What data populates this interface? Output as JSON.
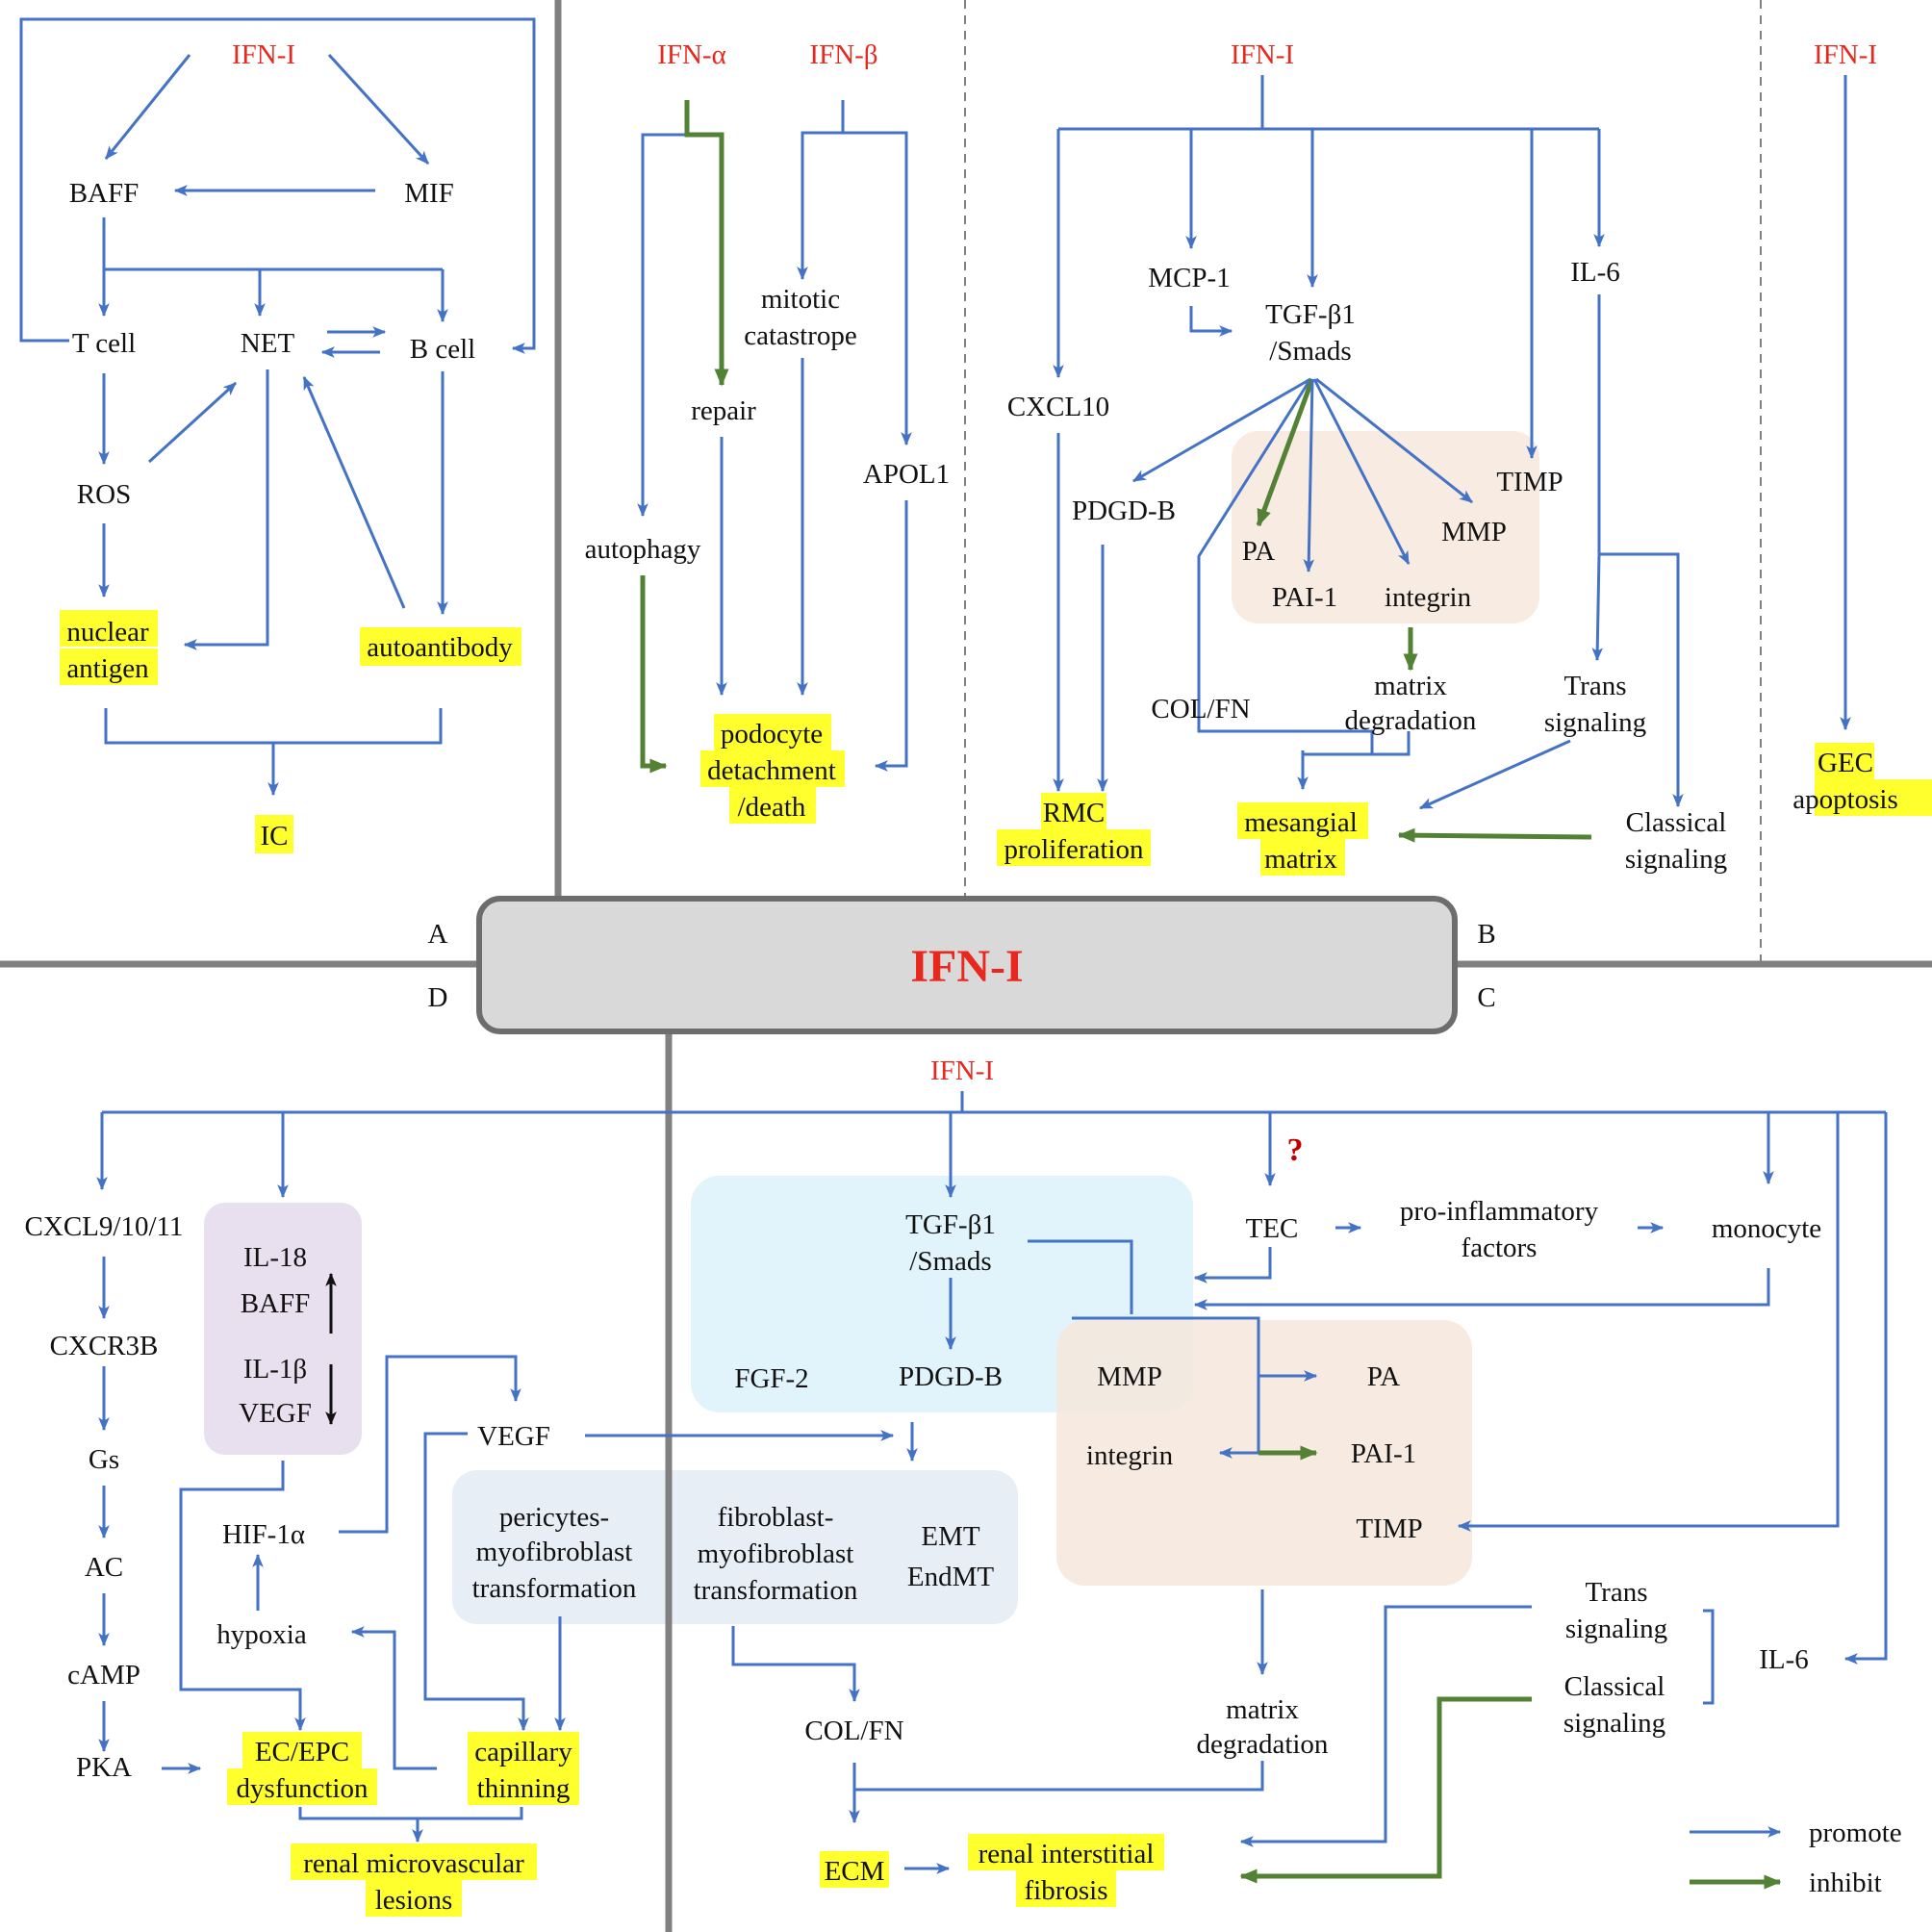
{
  "center": {
    "title": "IFN-I"
  },
  "panels": {
    "a": "A",
    "b": "B",
    "c": "C",
    "d": "D"
  },
  "colors": {
    "promote": "#4472c4",
    "inhibit": "#548235",
    "ifn_red": "#e8281e",
    "highlight": "#ffff2e"
  },
  "A": {
    "ifn": "IFN-I",
    "baff": "BAFF",
    "mif": "MIF",
    "tcell": "T cell",
    "net": "NET",
    "bcell": "B cell",
    "ros": "ROS",
    "nuclear1": "nuclear",
    "nuclear2": "antigen",
    "autoantibody": "autoantibody",
    "ic": "IC"
  },
  "B": {
    "ifn_alpha": "IFN-α",
    "ifn_beta": "IFN-β",
    "mitotic1": "mitotic",
    "mitotic2": "catastrope",
    "repair": "repair",
    "apol1": "APOL1",
    "autophagy": "autophagy",
    "podo1": "podocyte",
    "podo2": "detachment",
    "podo3": "/death",
    "ifn_mes": "IFN-I",
    "mcp1": "MCP-1",
    "tgf1": "TGF-β1",
    "tgf2": "/Smads",
    "il6": "IL-6",
    "cxcl10": "CXCL10",
    "pdgd": "PDGD-B",
    "timp": "TIMP",
    "pa": "PA",
    "mmp": "MMP",
    "pai1": "PAI-1",
    "integrin": "integrin",
    "matrix1": "matrix",
    "matrix2": "degradation",
    "colfn": "COL/FN",
    "trans1": "Trans",
    "trans2": "signaling",
    "rmc1": "RMC",
    "rmc2": "proliferation",
    "mes1": "mesangial",
    "mes2": "matrix",
    "classical1": "Classical",
    "classical2": "signaling",
    "ifn_gec": "IFN-I",
    "gec1": "GEC",
    "gec2": "apoptosis"
  },
  "C": {
    "ifn": "IFN-I",
    "question": "?",
    "tgf1": "TGF-β1",
    "tgf2": "/Smads",
    "tec": "TEC",
    "proinf1": "pro-inflammatory",
    "proinf2": "factors",
    "monocyte": "monocyte",
    "fgf2": "FGF-2",
    "pdgd": "PDGD-B",
    "mmp": "MMP",
    "pa": "PA",
    "integrin": "integrin",
    "pai1": "PAI-1",
    "timp": "TIMP",
    "peri1": "pericytes-",
    "peri2": "myofibroblast",
    "peri3": "transformation",
    "fib1": "fibroblast-",
    "fib2": "myofibroblast",
    "fib3": "transformation",
    "emt1": "EMT",
    "emt2": "EndMT",
    "trans1": "Trans",
    "trans2": "signaling",
    "il6": "IL-6",
    "classical1": "Classical",
    "classical2": "signaling",
    "colfn": "COL/FN",
    "matrix1": "matrix",
    "matrix2": "degradation",
    "ecm": "ECM",
    "fib_out1": "renal interstitial",
    "fib_out2": "fibrosis"
  },
  "D": {
    "cxcl": "CXCL9/10/11",
    "cxcr3b": "CXCR3B",
    "gs": "Gs",
    "ac": "AC",
    "camp": "cAMP",
    "pka": "PKA",
    "il18": "IL-18",
    "baff": "BAFF",
    "il1b": "IL-1β",
    "vegf_box": "VEGF",
    "vegf": "VEGF",
    "hif": "HIF-1α",
    "hypoxia": "hypoxia",
    "ec1": "EC/EPC",
    "ec2": "dysfunction",
    "cap1": "capillary",
    "cap2": "thinning",
    "rml1": "renal microvascular",
    "rml2": "lesions"
  },
  "legend": {
    "promote": "promote",
    "inhibit": "inhibit"
  }
}
